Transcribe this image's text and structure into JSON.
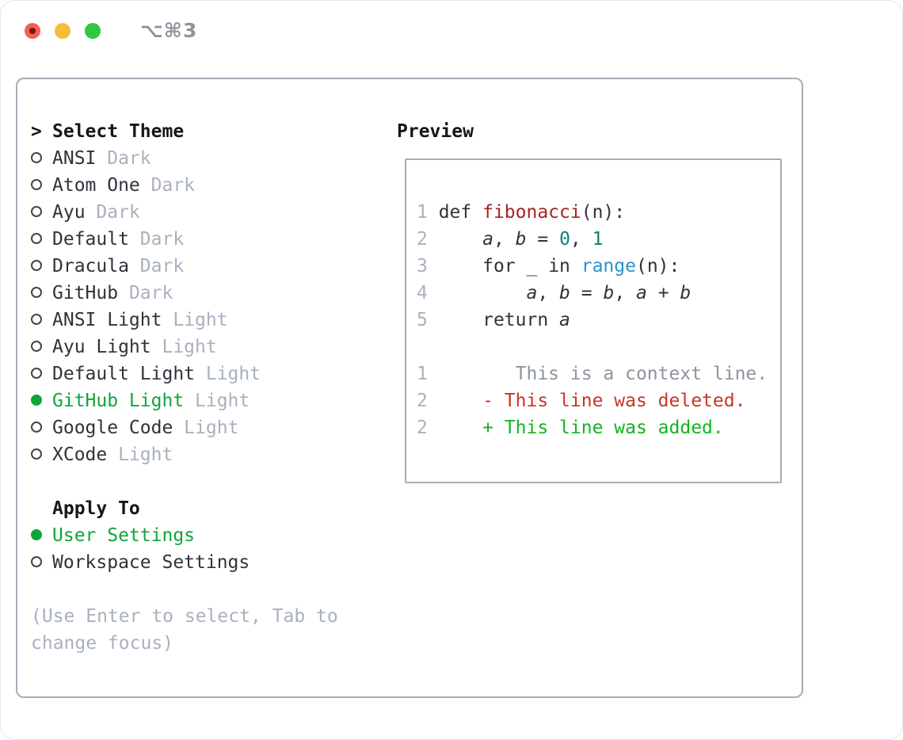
{
  "window": {
    "title": "⌥⌘3",
    "traffic_lights": [
      "close",
      "minimize",
      "zoom"
    ]
  },
  "colors": {
    "panel_border": "#a6adb9",
    "heading_text": "#15171b",
    "item_text": "#2e333b",
    "muted_text": "#a9b1bd",
    "accent_green": "#10a53a",
    "diff_added_green": "#12b41f",
    "diff_deleted_red": "#c93425",
    "function_red": "#a82420",
    "number_teal": "#0d8077",
    "builtin_blue": "#2a93cc",
    "context_gray": "#8d949e",
    "line_number_gray": "#a9b1bd",
    "titlebar_text": "#8e949d",
    "traffic_red": "#f45f52",
    "traffic_yellow": "#f6bd3a",
    "traffic_green": "#31c73f"
  },
  "theme_list": {
    "prompt": ">",
    "header": "Select Theme",
    "items": [
      {
        "name": "ANSI",
        "variant": "Dark",
        "selected": false
      },
      {
        "name": "Atom One",
        "variant": "Dark",
        "selected": false
      },
      {
        "name": "Ayu",
        "variant": "Dark",
        "selected": false
      },
      {
        "name": "Default",
        "variant": "Dark",
        "selected": false
      },
      {
        "name": "Dracula",
        "variant": "Dark",
        "selected": false
      },
      {
        "name": "GitHub",
        "variant": "Dark",
        "selected": false
      },
      {
        "name": "ANSI Light",
        "variant": "Light",
        "selected": false
      },
      {
        "name": "Ayu Light",
        "variant": "Light",
        "selected": false
      },
      {
        "name": "Default Light",
        "variant": "Light",
        "selected": false
      },
      {
        "name": "GitHub Light",
        "variant": "Light",
        "selected": true
      },
      {
        "name": "Google Code",
        "variant": "Light",
        "selected": false
      },
      {
        "name": "XCode",
        "variant": "Light",
        "selected": false
      }
    ]
  },
  "apply_to": {
    "header": "Apply To",
    "items": [
      {
        "label": "User Settings",
        "selected": true
      },
      {
        "label": "Workspace Settings",
        "selected": false
      }
    ]
  },
  "help": {
    "line1": "(Use Enter to select, Tab to",
    "line2": "change focus)"
  },
  "preview": {
    "title": "Preview",
    "lines": [
      {
        "num": "1",
        "tokens": [
          {
            "t": "def ",
            "c": "keyword"
          },
          {
            "t": "fibonacci",
            "c": "function"
          },
          {
            "t": "(n):",
            "c": "plain"
          }
        ]
      },
      {
        "num": "2",
        "tokens": [
          {
            "t": "    ",
            "c": "plain"
          },
          {
            "t": "a",
            "c": "variable"
          },
          {
            "t": ", ",
            "c": "plain"
          },
          {
            "t": "b",
            "c": "variable"
          },
          {
            "t": " = ",
            "c": "plain"
          },
          {
            "t": "0",
            "c": "number"
          },
          {
            "t": ", ",
            "c": "plain"
          },
          {
            "t": "1",
            "c": "number"
          }
        ]
      },
      {
        "num": "3",
        "tokens": [
          {
            "t": "    for ",
            "c": "keyword"
          },
          {
            "t": "_",
            "c": "variable"
          },
          {
            "t": " in ",
            "c": "keyword"
          },
          {
            "t": "range",
            "c": "builtin"
          },
          {
            "t": "(n):",
            "c": "plain"
          }
        ]
      },
      {
        "num": "4",
        "tokens": [
          {
            "t": "        ",
            "c": "plain"
          },
          {
            "t": "a",
            "c": "variable"
          },
          {
            "t": ", ",
            "c": "plain"
          },
          {
            "t": "b",
            "c": "variable"
          },
          {
            "t": " = ",
            "c": "plain"
          },
          {
            "t": "b",
            "c": "variable"
          },
          {
            "t": ", ",
            "c": "plain"
          },
          {
            "t": "a",
            "c": "variable"
          },
          {
            "t": " + ",
            "c": "plain"
          },
          {
            "t": "b",
            "c": "variable"
          }
        ]
      },
      {
        "num": "5",
        "tokens": [
          {
            "t": "    return ",
            "c": "keyword"
          },
          {
            "t": "a",
            "c": "variable"
          }
        ]
      },
      {
        "blank": true
      },
      {
        "num": "1",
        "tokens": [
          {
            "t": "       This is a context line.",
            "c": "context"
          }
        ]
      },
      {
        "num": "2",
        "tokens": [
          {
            "t": "    - This line was deleted.",
            "c": "deleted"
          }
        ]
      },
      {
        "num": "2",
        "tokens": [
          {
            "t": "    + This line was added.",
            "c": "added"
          }
        ]
      }
    ]
  }
}
